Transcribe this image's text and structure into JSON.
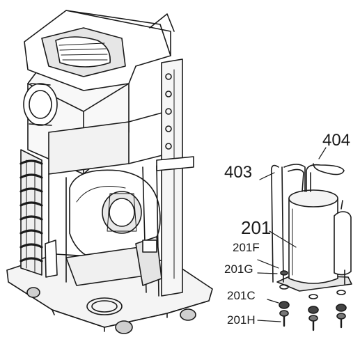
{
  "callouts": {
    "c404": "404",
    "c403": "403",
    "c201": "201",
    "c201F": "201F",
    "c201G": "201G",
    "c201C": "201C",
    "c201H": "201H"
  },
  "colors": {
    "ink": "#1a1a1a",
    "paper": "#ffffff",
    "shade": "#d9d9d9"
  }
}
